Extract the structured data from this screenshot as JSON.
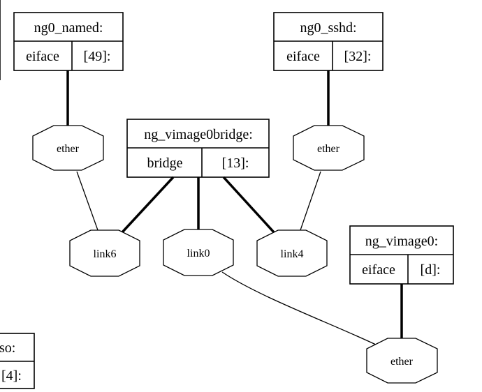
{
  "records": {
    "ng0_named": {
      "title": "ng0_named:",
      "type": "eiface",
      "id": "[49]:"
    },
    "ng0_sshd": {
      "title": "ng0_sshd:",
      "type": "eiface",
      "id": "[32]:"
    },
    "bridge": {
      "title": "ng_vimage0bridge:",
      "type": "bridge",
      "id": "[13]:"
    },
    "ng_vimage0": {
      "title": "ng_vimage0:",
      "type": "eiface",
      "id": "[d]:"
    },
    "partial": {
      "title": "so:",
      "id": "[4]:"
    }
  },
  "hooks": {
    "ether_left": "ether",
    "ether_right": "ether",
    "ether_bottom": "ether",
    "link6": "link6",
    "link0": "link0",
    "link4": "link4"
  }
}
